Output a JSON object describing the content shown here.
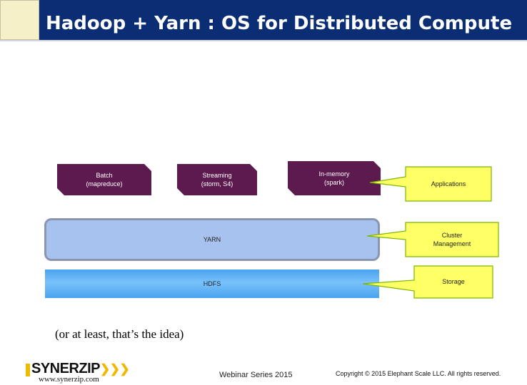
{
  "title": "Hadoop + Yarn : OS for Distributed Compute",
  "frameworks": [
    {
      "line1": "Batch",
      "line2": "(mapreduce)"
    },
    {
      "line1": "Streaming",
      "line2": "(storm, S4)"
    },
    {
      "line1": "In-memory",
      "line2": "(spark)"
    }
  ],
  "layers": {
    "yarn": "YARN",
    "hdfs": "HDFS"
  },
  "callouts": {
    "applications": "Applications",
    "cluster_management_1": "Cluster",
    "cluster_management_2": "Management",
    "storage": "Storage"
  },
  "note": "(or at least, that’s the idea)",
  "footer": {
    "logo": "SYNERZIP",
    "logo_chevrons": "❯❯❯",
    "url": "www.synerzip.com",
    "series": "Webinar Series 2015",
    "copyright": "Copyright © 2015 Elephant Scale LLC.  All rights reserved."
  },
  "colors": {
    "header": "#0a2d73",
    "framework_box": "#5c1a4e",
    "yarn": "#a8c2f0",
    "hdfs": "#4aa2ef",
    "callout_fill": "#ffff66",
    "callout_border": "#7ab800",
    "logo_accent": "#f0b800"
  }
}
